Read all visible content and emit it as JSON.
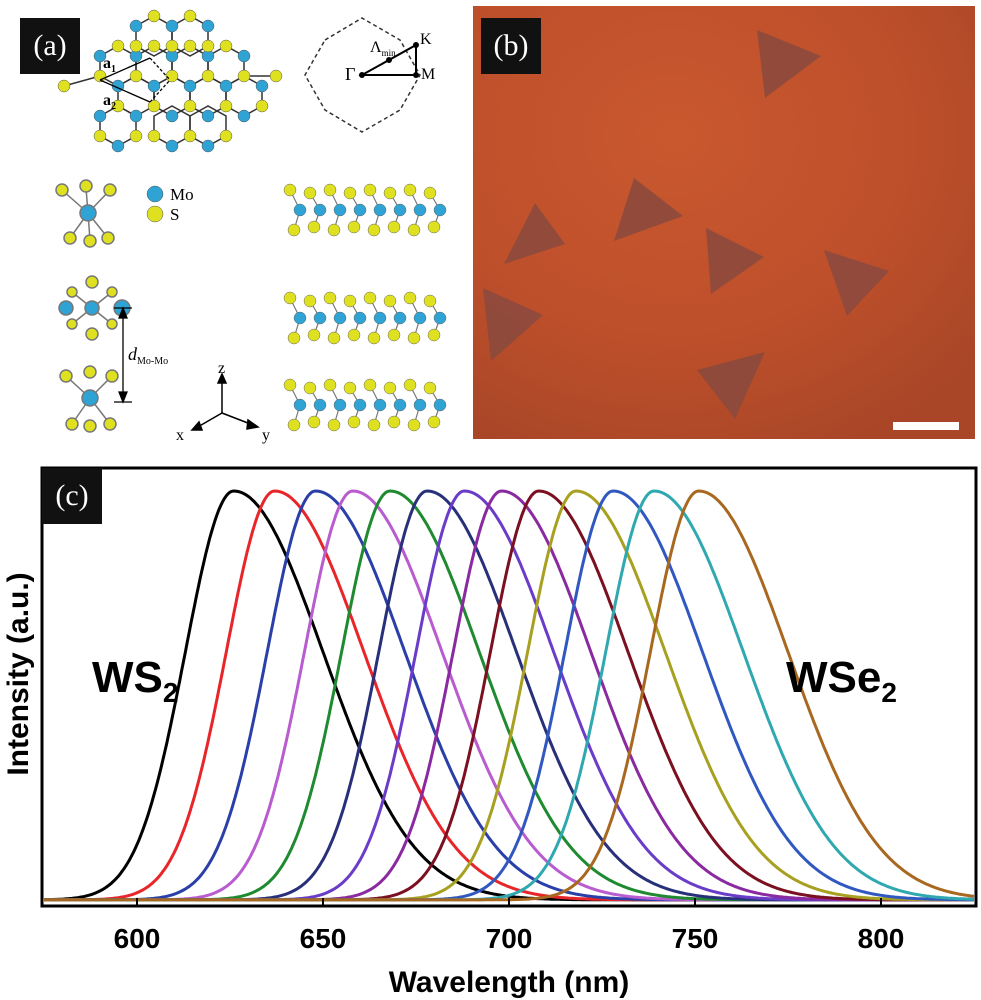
{
  "panel_a": {
    "label": "(a)",
    "lattice_vectors": [
      "a",
      "a"
    ],
    "lattice_vector_subscripts": [
      "1",
      "2"
    ],
    "bz_points": [
      "Γ",
      "K",
      "M"
    ],
    "lambda_symbol": "Λ",
    "lambda_subscript": "min",
    "legend": [
      {
        "label": "Mo",
        "color": "#2ea3d4"
      },
      {
        "label": "S",
        "color": "#dfe020"
      }
    ],
    "spacing_label": "d",
    "spacing_subscript": "Mo-Mo",
    "axes": [
      "z",
      "x",
      "y"
    ]
  },
  "panel_b": {
    "label": "(b)",
    "background_color": "#c0532c",
    "flake_color": "#8a4a3e"
  },
  "panel_c": {
    "label": "(c)",
    "left_annotation": "WS",
    "left_annotation_subscript": "2",
    "right_annotation": "WSe",
    "right_annotation_subscript": "2"
  },
  "chart_data": {
    "type": "line",
    "xlabel": "Wavelength (nm)",
    "ylabel": "Intensity (a.u.)",
    "xlim": [
      575,
      825
    ],
    "xticks": [
      600,
      650,
      700,
      750,
      800
    ],
    "ylim": [
      0,
      1
    ],
    "grid": false,
    "series": [
      {
        "peak": 626,
        "color": "#000000"
      },
      {
        "peak": 637,
        "color": "#e8262a"
      },
      {
        "peak": 648,
        "color": "#2a3fa8"
      },
      {
        "peak": 658,
        "color": "#b85ccf"
      },
      {
        "peak": 668,
        "color": "#1f8a30"
      },
      {
        "peak": 678,
        "color": "#28307a"
      },
      {
        "peak": 688,
        "color": "#6a3cc8"
      },
      {
        "peak": 698,
        "color": "#8a2aa0"
      },
      {
        "peak": 708,
        "color": "#7a1020"
      },
      {
        "peak": 718,
        "color": "#a8a020"
      },
      {
        "peak": 728,
        "color": "#3058c0"
      },
      {
        "peak": 739,
        "color": "#30a8b0"
      },
      {
        "peak": 751,
        "color": "#a86820"
      }
    ]
  }
}
